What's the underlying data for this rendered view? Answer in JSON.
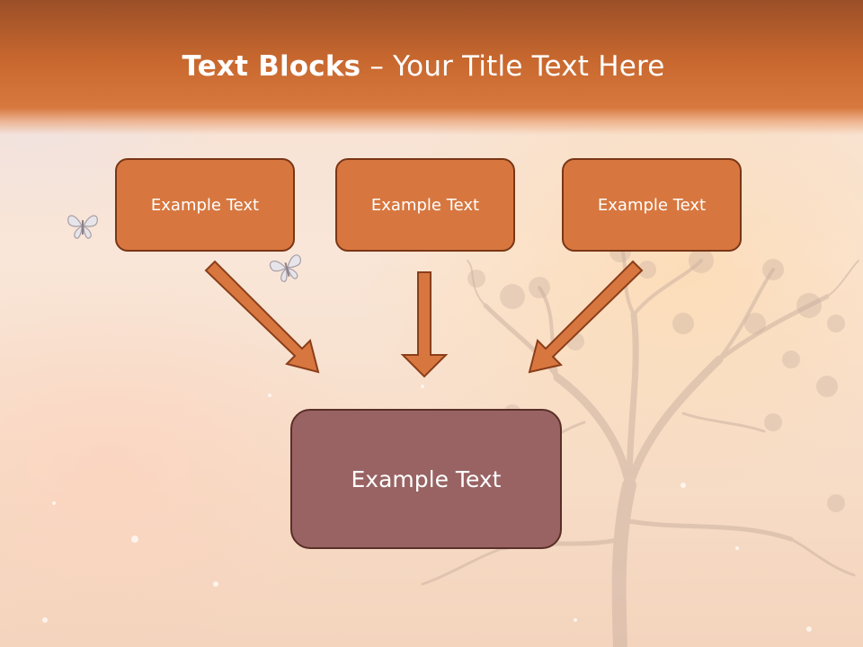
{
  "slide": {
    "title_bold": "Text Blocks",
    "title_separator": " – ",
    "title_rest": "Your Title Text Here",
    "boxes": [
      {
        "label": "Example Text"
      },
      {
        "label": "Example Text"
      },
      {
        "label": "Example Text"
      }
    ],
    "result_box": {
      "label": "Example Text"
    }
  },
  "colors": {
    "header": "#c8682f",
    "box_fill": "#d7773f",
    "box_border": "#7a3616",
    "arrow_fill": "#d7773f",
    "result_fill": "#996363"
  }
}
